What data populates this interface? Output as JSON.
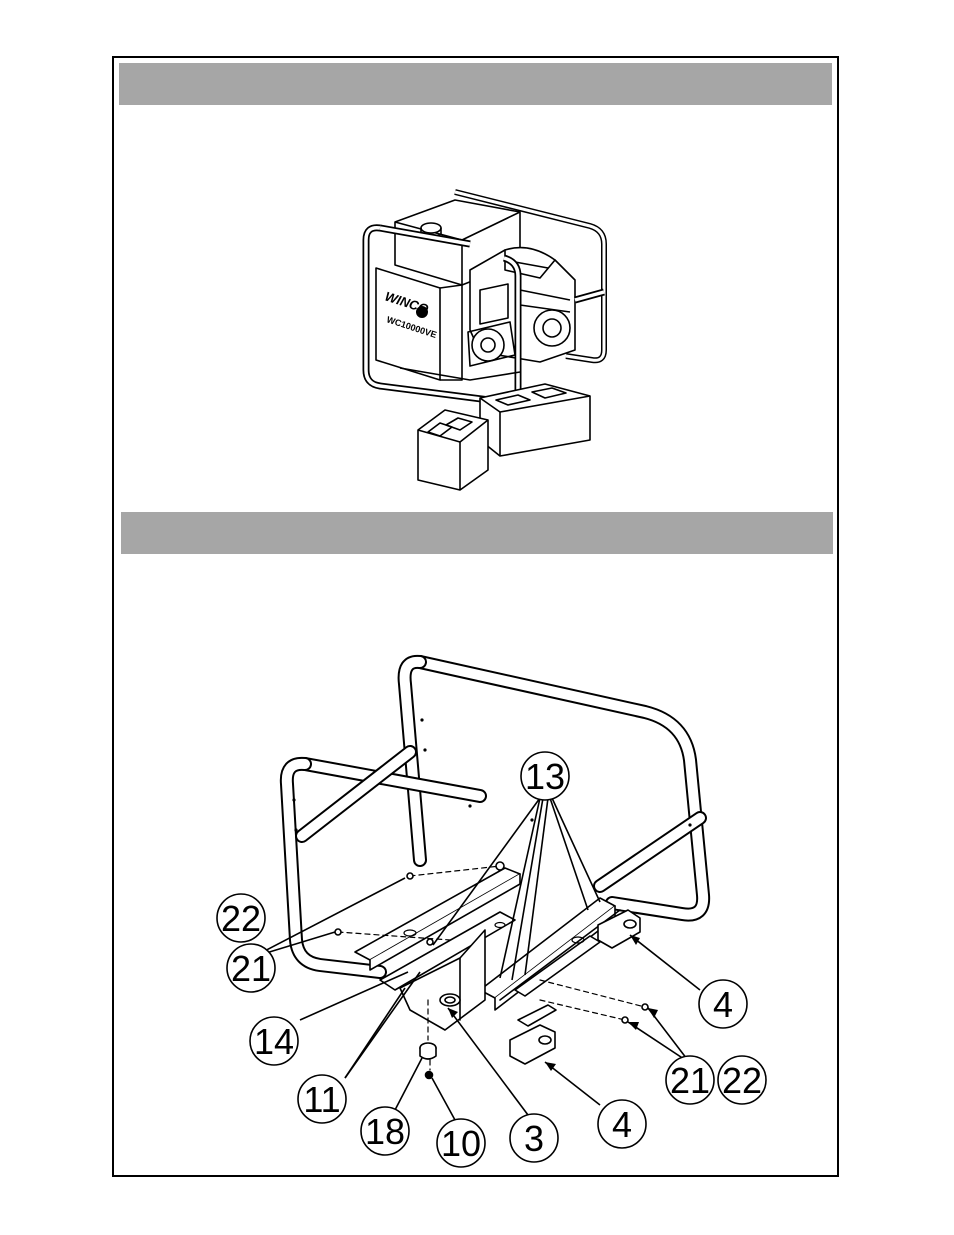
{
  "callouts": [
    {
      "id": "c13",
      "label": "13"
    },
    {
      "id": "c22a",
      "label": "22"
    },
    {
      "id": "c21a",
      "label": "21"
    },
    {
      "id": "c14",
      "label": "14"
    },
    {
      "id": "c4a",
      "label": "4"
    },
    {
      "id": "c11",
      "label": "11"
    },
    {
      "id": "c21b",
      "label": "21"
    },
    {
      "id": "c22b",
      "label": "22"
    },
    {
      "id": "c4b",
      "label": "4"
    },
    {
      "id": "c18",
      "label": "18"
    },
    {
      "id": "c3",
      "label": "3"
    },
    {
      "id": "c10",
      "label": "10"
    }
  ],
  "generator_brand": "WINCO",
  "generator_model": "WC10000VE"
}
